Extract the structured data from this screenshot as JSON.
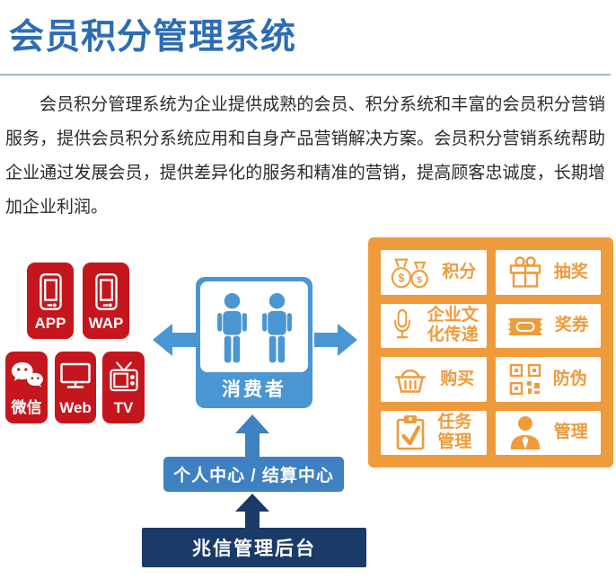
{
  "page": {
    "title": "会员积分管理系统",
    "intro": "会员积分管理系统为企业提供成熟的会员、积分系统和丰富的会员积分营销服务，提供会员积分系统应用和自身产品营销解决方案。会员积分营销系统帮助企业通过发展会员，提供差异化的服务和精准的营销，提高顾客忠诚度，长期增加企业利润。"
  },
  "colors": {
    "title_blue": "#2D6CB5",
    "divider_blue": "#9FB9D0",
    "body_text": "#2B2B2B",
    "channel_red": "#C5161D",
    "sky_blue": "#4A96D2",
    "mid_blue": "#3E80C1",
    "navy": "#1A3A68",
    "orange": "#EF9B3B"
  },
  "diagram": {
    "channels": [
      {
        "label": "APP",
        "icon": "smartphone-icon"
      },
      {
        "label": "WAP",
        "icon": "smartphone-icon"
      },
      {
        "label": "微信",
        "icon": "wechat-icon"
      },
      {
        "label": "Web",
        "icon": "monitor-icon"
      },
      {
        "label": "TV",
        "icon": "tv-icon"
      }
    ],
    "consumer": {
      "label": "消费者",
      "icon": "people-icon"
    },
    "features": [
      {
        "label": "积分",
        "icon": "money-bags-icon"
      },
      {
        "label": "抽奖",
        "icon": "gift-icon"
      },
      {
        "label": "企业文化传递",
        "icon": "microphone-icon"
      },
      {
        "label": "奖券",
        "icon": "ticket-icon"
      },
      {
        "label": "购买",
        "icon": "basket-icon"
      },
      {
        "label": "防伪",
        "icon": "qr-code-icon"
      },
      {
        "label": "任务管理",
        "icon": "clipboard-check-icon"
      },
      {
        "label": "管理",
        "icon": "person-icon"
      }
    ],
    "personal_center": {
      "label": "个人中心 / 结算中心"
    },
    "backend": {
      "label": "兆信管理后台"
    }
  }
}
